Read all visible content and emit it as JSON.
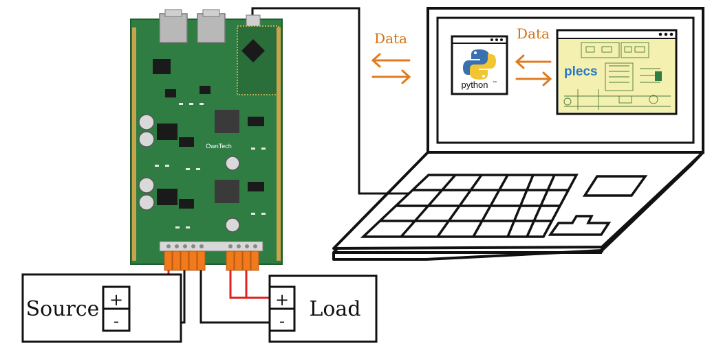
{
  "labels": {
    "data_left": "Data",
    "data_right": "Data",
    "source": "Source",
    "load": "Load",
    "plus": "+",
    "minus": "-",
    "python": "python",
    "python_tm": "™",
    "plecs": "plecs"
  },
  "board": {
    "brand": "OwnTech"
  },
  "colors": {
    "arrow": "#e07b1f",
    "data_text": "#d4700f",
    "board_green": "#2f7d43",
    "board_dark": "#1f5c30",
    "wire_red": "#e02020",
    "wire_black": "#111111",
    "connector_orange": "#f07a1c",
    "plecs_blue": "#2a78c8",
    "plecs_screen": "#f4f0b0"
  },
  "icons": {
    "python_logo": "python-logo-icon",
    "window_dots": "window-dots-icon"
  }
}
